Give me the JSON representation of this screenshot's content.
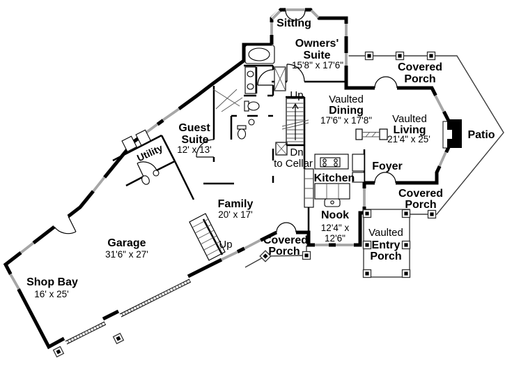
{
  "colors": {
    "wall": "#000000",
    "window": "#a6a6a6",
    "porch_line": "#3c3c3c",
    "text": "#000000",
    "background": "#ffffff"
  },
  "rooms": {
    "sitting": {
      "name": "Sitting"
    },
    "owners_suite": {
      "l1": "Owners'",
      "l2": "Suite",
      "dims": "15'8\" x 17'6\""
    },
    "covered_porch_top": {
      "l1": "Covered",
      "l2": "Porch"
    },
    "dining": {
      "tag": "Vaulted",
      "name": "Dining",
      "dims": "17'6\" x 17'8\""
    },
    "living": {
      "tag": "Vaulted",
      "name": "Living",
      "dims": "21'4\" x 25'"
    },
    "patio": {
      "name": "Patio"
    },
    "foyer": {
      "name": "Foyer"
    },
    "covered_porch_right": {
      "l1": "Covered",
      "l2": "Porch"
    },
    "kitchen": {
      "name": "Kitchen"
    },
    "nook": {
      "name": "Nook",
      "dims1": "12'4\" x",
      "dims2": "12'6\""
    },
    "entry_porch": {
      "tag": "Vaulted",
      "l1": "Entry",
      "l2": "Porch"
    },
    "guest_suite": {
      "l1": "Guest",
      "l2": "Suite",
      "dims": "12' x 13'"
    },
    "utility": {
      "name": "Utility"
    },
    "family": {
      "name": "Family",
      "dims": "20' x 17'"
    },
    "covered_porch_bottom": {
      "l1": "Covered",
      "l2": "Porch"
    },
    "garage": {
      "name": "Garage",
      "dims": "31'6\" x 27'"
    },
    "shop_bay": {
      "name": "Shop Bay",
      "dims": "16' x 25'"
    }
  },
  "stairs": {
    "main_up": "Up",
    "main_dn": "Dn",
    "cellar": "to Cellar",
    "family_up": "Up"
  }
}
